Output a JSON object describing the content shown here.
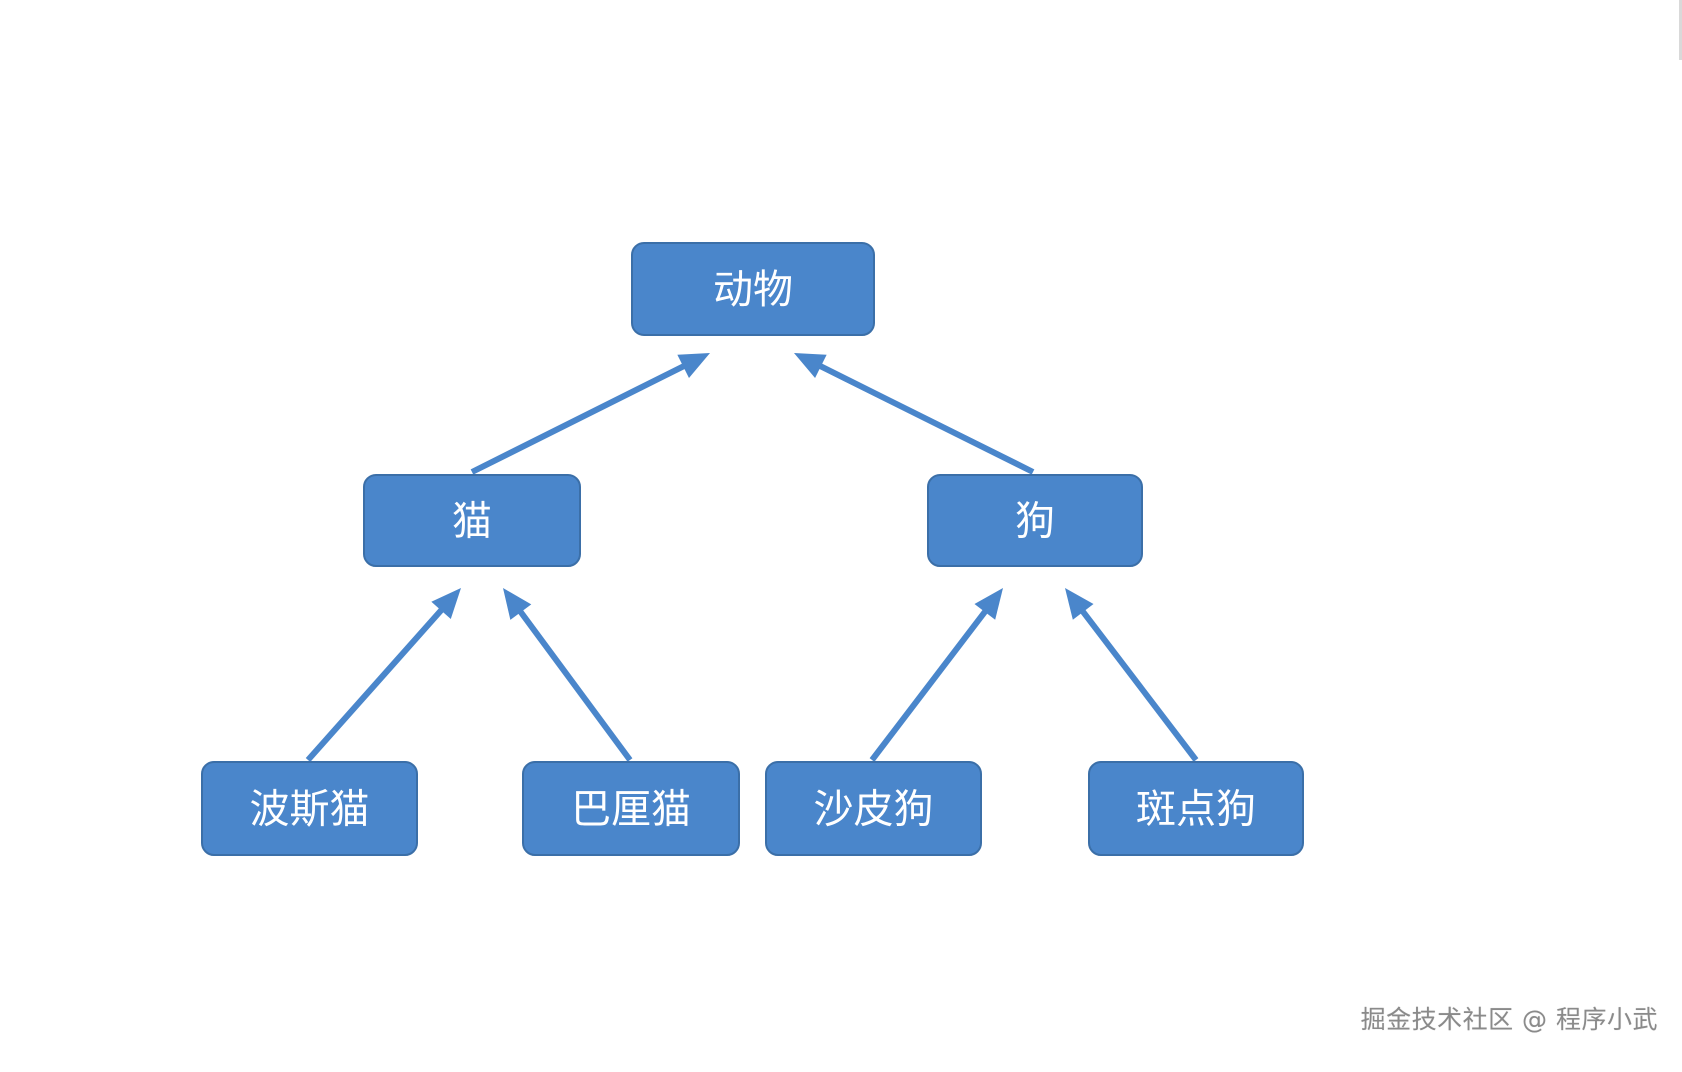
{
  "colors": {
    "node_fill": "#4a86cb",
    "node_border": "#3b6fa8",
    "node_text": "#ffffff",
    "edge": "#4a86cb",
    "watermark": "#8a8a8a"
  },
  "diagram": {
    "type": "hierarchy-tree",
    "arrow_direction": "child-to-parent",
    "nodes": [
      {
        "id": "animal",
        "label": "动物"
      },
      {
        "id": "cat",
        "label": "猫"
      },
      {
        "id": "dog",
        "label": "狗"
      },
      {
        "id": "persian-cat",
        "label": "波斯猫"
      },
      {
        "id": "bali-cat",
        "label": "巴厘猫"
      },
      {
        "id": "shar-pei",
        "label": "沙皮狗"
      },
      {
        "id": "dalmatian",
        "label": "斑点狗"
      }
    ],
    "edges": [
      {
        "from": "cat",
        "to": "animal"
      },
      {
        "from": "dog",
        "to": "animal"
      },
      {
        "from": "persian-cat",
        "to": "cat"
      },
      {
        "from": "bali-cat",
        "to": "cat"
      },
      {
        "from": "shar-pei",
        "to": "dog"
      },
      {
        "from": "dalmatian",
        "to": "dog"
      }
    ]
  },
  "watermark": "掘金技术社区 @ 程序小武"
}
